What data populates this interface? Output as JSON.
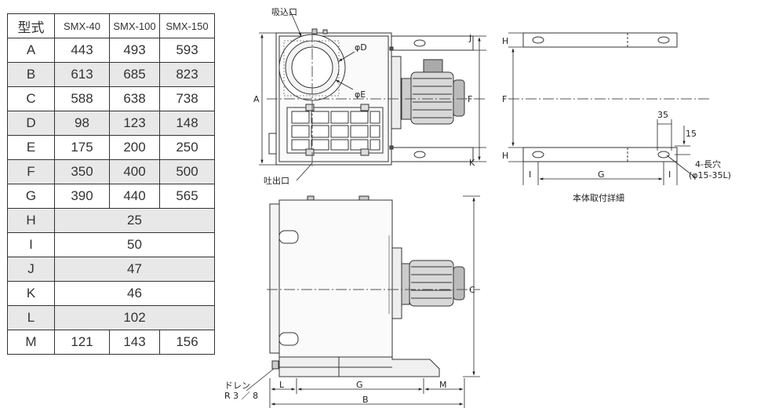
{
  "table": {
    "header": [
      "型式",
      "SMX-40",
      "SMX-100",
      "SMX-150"
    ],
    "rows": [
      {
        "label": "A",
        "values": [
          "443",
          "493",
          "593"
        ]
      },
      {
        "label": "B",
        "values": [
          "613",
          "685",
          "823"
        ]
      },
      {
        "label": "C",
        "values": [
          "588",
          "638",
          "738"
        ]
      },
      {
        "label": "D",
        "values": [
          "98",
          "123",
          "148"
        ]
      },
      {
        "label": "E",
        "values": [
          "175",
          "200",
          "250"
        ]
      },
      {
        "label": "F",
        "values": [
          "350",
          "400",
          "500"
        ]
      },
      {
        "label": "G",
        "values": [
          "390",
          "440",
          "565"
        ]
      },
      {
        "label": "H",
        "values": [
          "25"
        ]
      },
      {
        "label": "I",
        "values": [
          "50"
        ]
      },
      {
        "label": "J",
        "values": [
          "47"
        ]
      },
      {
        "label": "K",
        "values": [
          "46"
        ]
      },
      {
        "label": "L",
        "values": [
          "102"
        ]
      },
      {
        "label": "M",
        "values": [
          "121",
          "143",
          "156"
        ]
      }
    ]
  },
  "labels": {
    "intake": "吸込口",
    "outlet": "吐出口",
    "drain_line1": "ドレン",
    "drain_line2": "R 3 ／ 8",
    "slot_line1": "4-長穴",
    "slot_line2": "(φ15-35L)",
    "mount_caption": "本体取付詳細",
    "phi_d": "φD",
    "phi_e": "φE"
  },
  "dims": {
    "A": "A",
    "B": "B",
    "C": "C",
    "F": "F",
    "G": "G",
    "H": "H",
    "I": "I",
    "J": "J",
    "K": "K",
    "L": "L",
    "M": "M",
    "d35": "35",
    "d15": "15"
  }
}
